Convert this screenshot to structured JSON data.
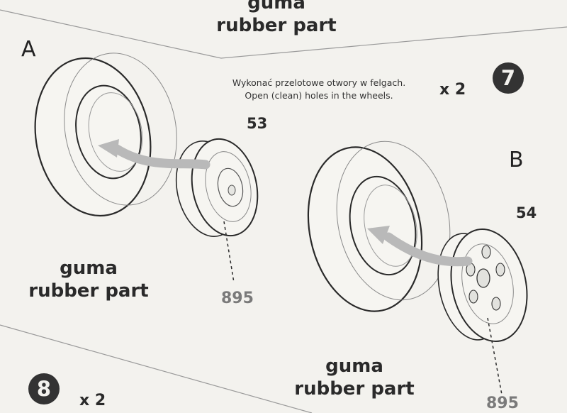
{
  "top_label": {
    "line1": "guma",
    "line2": "rubber part"
  },
  "step7": {
    "number": "7",
    "note_pl": "Wykonać przelotowe otwory w felgach.",
    "note_en": "Open (clean) holes in the wheels.",
    "multiplier": "x 2"
  },
  "assembly_a": {
    "letter": "A",
    "part_number": "53",
    "color_code": "895",
    "label_line1": "guma",
    "label_line2": "rubber part"
  },
  "assembly_b": {
    "letter": "B",
    "part_number": "54",
    "color_code": "895",
    "label_line1": "guma",
    "label_line2": "rubber part"
  },
  "step8": {
    "number": "8",
    "multiplier": "x 2"
  },
  "colors": {
    "ink": "#2a2a2a",
    "paint_code": "#7a7a7a",
    "arrow": "#b9b9b9",
    "paper": "#f3f2ee"
  }
}
